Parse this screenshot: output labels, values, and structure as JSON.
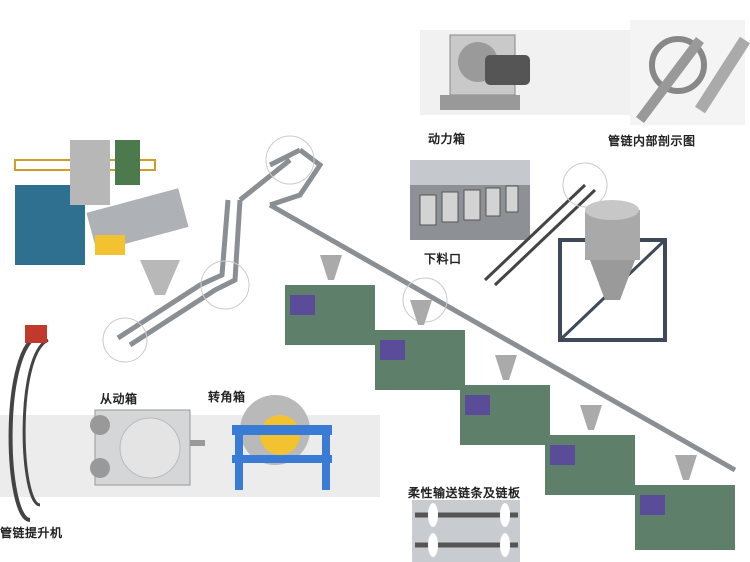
{
  "labels": {
    "power_box": "动力箱",
    "cutaway": "管链内部剖示图",
    "discharge_port": "下料口",
    "driven_box": "从动箱",
    "corner_box": "转角箱",
    "chain_plates": "柔性输送链条及链板",
    "chain_lifter": "管链提升机"
  },
  "colors": {
    "machine_green": "#5e7f6a",
    "frame_blue": "#3a7bd5",
    "pipe_gray": "#8a8f94",
    "band_gray": "#ececec",
    "accent_yellow": "#f2c230"
  }
}
